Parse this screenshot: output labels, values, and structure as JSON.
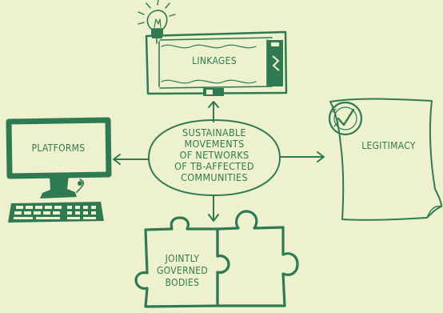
{
  "center": {
    "lines": [
      "SUSTAINABLE",
      "MOVEMENTS",
      "OF NETWORKS",
      "OF TB-AFFECTED",
      "COMMUNITIES"
    ]
  },
  "nodes": {
    "linkages": "LINKAGES",
    "platforms": "PLATFORMS",
    "legitimacy": "LEGITIMACY",
    "bodies": [
      "JOINTLY",
      "GOVERNED",
      "BODIES"
    ]
  },
  "colors": {
    "background": "#eef1cd",
    "ink": "#2f7a52"
  },
  "icons": [
    "light-bulb-icon",
    "battery-circuit-icon",
    "computer-icon",
    "certificate-icon",
    "checkmark-icon",
    "puzzle-icon",
    "arrow-icon"
  ]
}
